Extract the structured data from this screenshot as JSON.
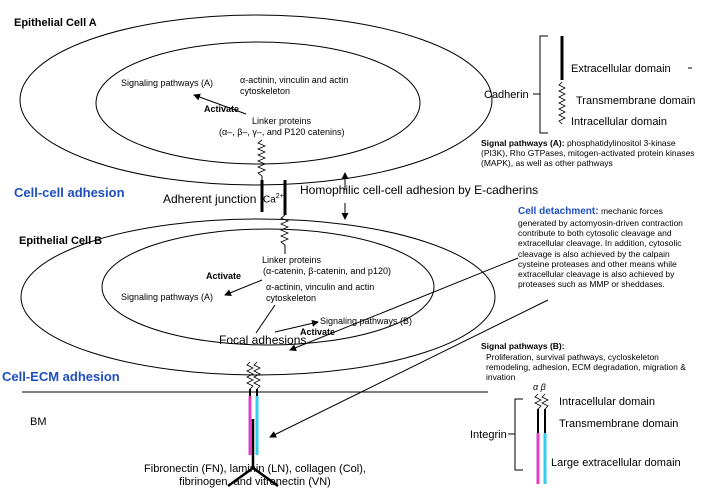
{
  "cell_a": {
    "title": "Epithelial Cell A"
  },
  "cell_b": {
    "title": "Epithelial Cell B"
  },
  "cell_a_inner": {
    "signaling": "Signaling pathways (A)",
    "activate": "Activate",
    "actinin": "α-actinin, vinculin and actin cytoskeleton",
    "linker_1": "Linker proteins",
    "linker_2": "(α–, β–, γ–, and P120 catenins)"
  },
  "cell_b_inner": {
    "linker_1": "Linker proteins",
    "linker_2": "(α-catenin, β-catenin, and p120)",
    "activate_a": "Activate",
    "signaling_a": "Signaling pathways (A)",
    "actinin": "α-actinin, vinculin and actin cytoskeleton",
    "signaling_b": "Signaling pathways (B)",
    "activate_b": "Activate",
    "focal": "Focal adhesions"
  },
  "junction": {
    "cell_cell": "Cell-cell adhesion",
    "adherent": "Adherent junction",
    "ca": "Ca",
    "ca_sup": "2+",
    "homophilic": "Homophilic  cell-cell adhesion by E-cadherins"
  },
  "cadherin_legend": {
    "label": "Cadherin",
    "extra": "Extracellular domain",
    "trans": "Transmembrane domain",
    "intra": "Intracellular domain"
  },
  "signal_a_note": {
    "heading": "Signal pathways (A):",
    "body": " phosphatidylinositol 3-kinase (PI3K), Rho GTPases, mitogen-activated protein kinases (MAPK), as well as other pathways"
  },
  "detachment": {
    "heading": "Cell detachment:",
    "body": " mechanic forces generated by actomyosin-driven contraction contribute to both cytosolic cleavage  and extracellular cleavage. In addition, cytosolic cleavage is also achieved by the calpain cysteine proteases and other means while extracellular cleavage is also achieved by proteases such as MMP or sheddases."
  },
  "signal_b_note": {
    "heading": "Signal pathways (B):",
    "body": "Proliferation, survival pathways, cycloskeleton remodeling, adhesion, ECM degradation, migration & invation"
  },
  "ecm": {
    "label": "Cell-ECM adhesion",
    "bm": "BM",
    "ligands_1": "Fibronectin (FN), laminin (LN), collagen (Col),",
    "ligands_2": "fibrinogen, and vitronectin (VN)"
  },
  "integrin_legend": {
    "label": "Integrin",
    "ab": "α β",
    "intra": "Intracellular domain",
    "trans": "Transmembrane domain",
    "extra": "Large extracellular domain"
  },
  "colors": {
    "accent_blue": "#1f4fbf",
    "alpha_subunit": "#e040c0",
    "beta_subunit": "#33ccee",
    "line": "#000000"
  }
}
